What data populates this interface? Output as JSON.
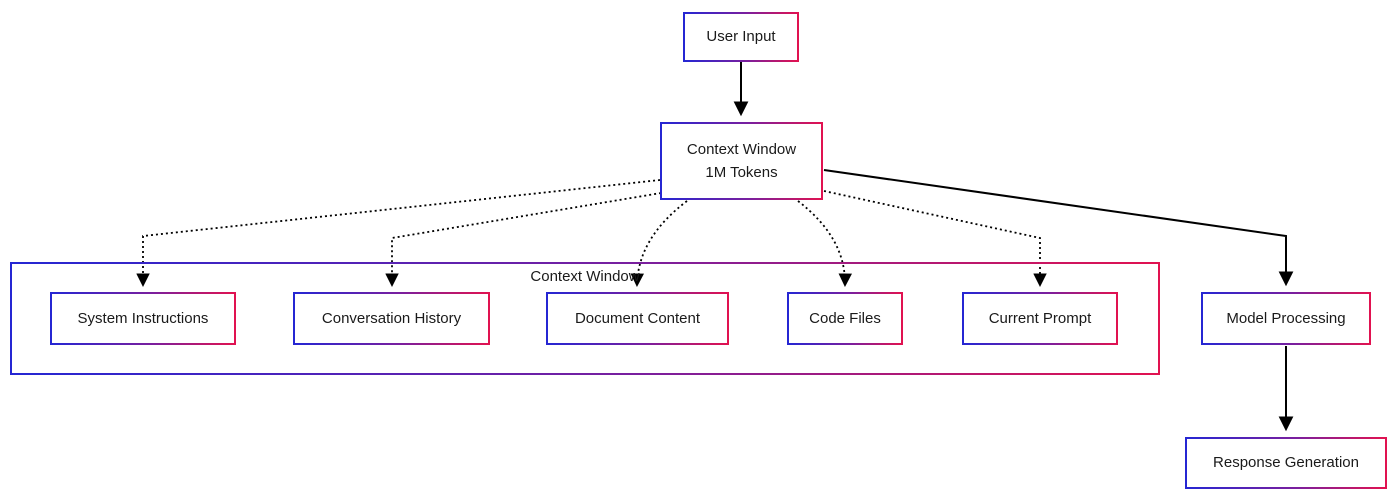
{
  "diagram": {
    "nodes": {
      "user_input": {
        "label": "User Input"
      },
      "context_window": {
        "label_line1": "Context Window",
        "label_line2": "1M Tokens"
      },
      "system_instructions": {
        "label": "System Instructions"
      },
      "conversation_history": {
        "label": "Conversation History"
      },
      "document_content": {
        "label": "Document Content"
      },
      "code_files": {
        "label": "Code Files"
      },
      "current_prompt": {
        "label": "Current Prompt"
      },
      "model_processing": {
        "label": "Model Processing"
      },
      "response_generation": {
        "label": "Response Generation"
      }
    },
    "subgraph": {
      "title": "Context Window"
    },
    "colors": {
      "border_gradient_start": "#2526d3",
      "border_gradient_end": "#e11250",
      "edge": "#000000",
      "node_background": "#ffffff",
      "text": "#1a1a1a"
    },
    "edge_styles": {
      "solid": "solid arrow",
      "dotted": "dotted arrow"
    }
  }
}
